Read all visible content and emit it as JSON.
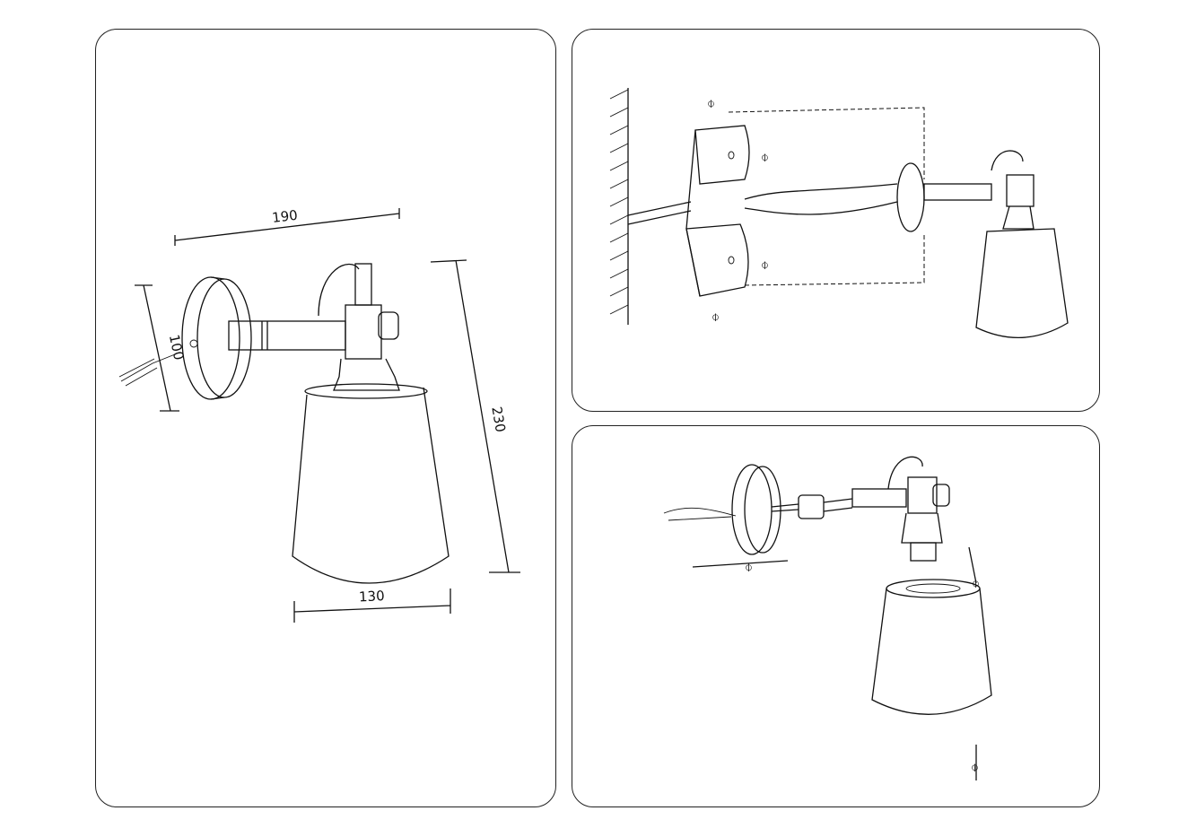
{
  "dimensions": {
    "width_arm": "190",
    "canopy_diameter": "100",
    "height_total": "230",
    "shade_diameter": "130"
  }
}
